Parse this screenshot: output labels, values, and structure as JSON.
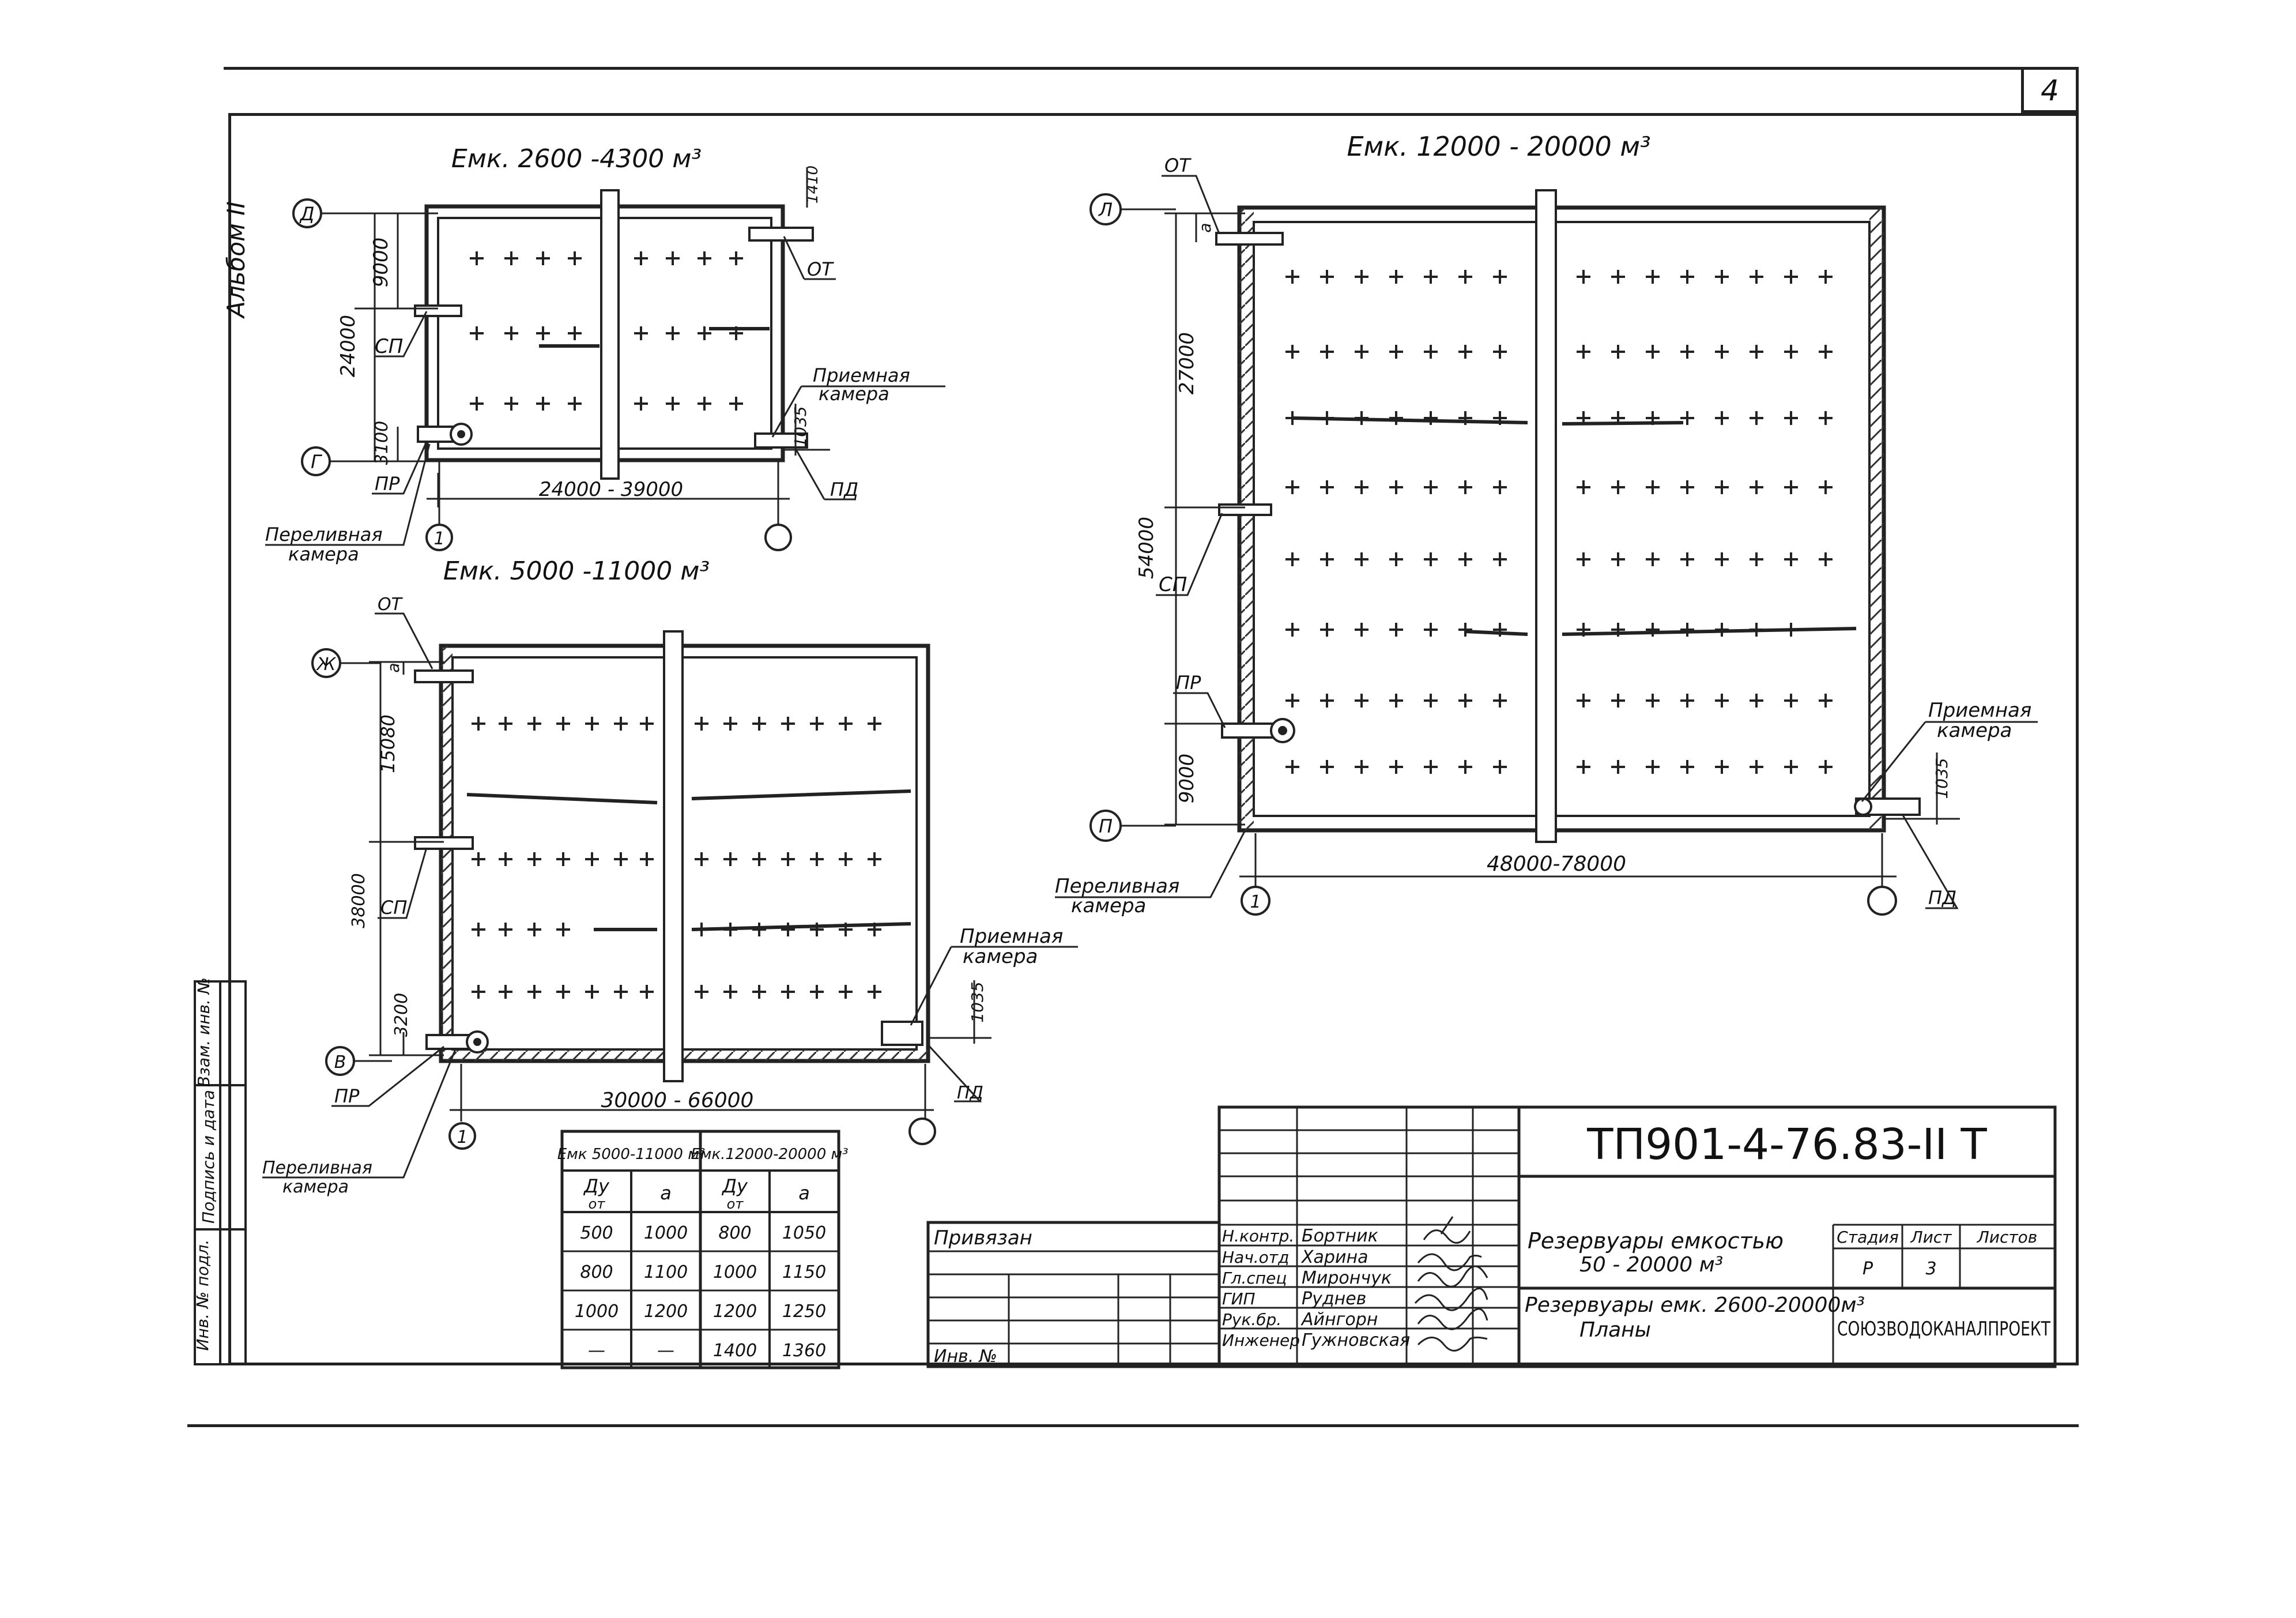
{
  "sheet_number": "4",
  "album_label": "Альбом II",
  "plan_small": {
    "title": "Емк. 2600 -4300 м³",
    "axis_top": "Д",
    "axis_bottom": "Г",
    "axis_number": "1",
    "dim_total": "24000",
    "dim_upper": "9000",
    "dim_lower": "3100",
    "dim_top_right": "1410",
    "dim_right": "1035",
    "dim_width": "24000 - 39000",
    "lbl_sp": "СП",
    "lbl_ot": "ОТ",
    "lbl_pr": "ПР",
    "lbl_pd": "ПД",
    "lbl_priem_1": "Приемная",
    "lbl_priem_2": "камера",
    "lbl_pereliv_1": "Переливная",
    "lbl_pereliv_2": "камера"
  },
  "plan_mid": {
    "title": "Емк. 5000 -11000 м³",
    "axis_top": "Ж",
    "axis_bottom": "В",
    "axis_number": "1",
    "dim_total": "38000",
    "dim_upper": "15080",
    "dim_lower": "3200",
    "dim_a": "а",
    "dim_right": "1035",
    "dim_width": "30000 - 66000",
    "lbl_sp": "СП",
    "lbl_ot": "ОТ",
    "lbl_pr": "ПР",
    "lbl_pd": "ПД",
    "lbl_priem_1": "Приемная",
    "lbl_priem_2": "камера",
    "lbl_pereliv_1": "Переливная",
    "lbl_pereliv_2": "камера"
  },
  "plan_large": {
    "title": "Емк. 12000 - 20000 м³",
    "axis_top": "Л",
    "axis_bottom": "П",
    "axis_number": "1",
    "dim_total": "54000",
    "dim_upper": "27000",
    "dim_lower": "9000",
    "dim_a": "а",
    "dim_right": "1035",
    "dim_width": "48000-78000",
    "lbl_sp": "СП",
    "lbl_ot": "ОТ",
    "lbl_pr": "ПР",
    "lbl_pd": "ПД",
    "lbl_priem_1": "Приемная",
    "lbl_priem_2": "камера",
    "lbl_pereliv_1": "Переливная",
    "lbl_pereliv_2": "камера"
  },
  "table": {
    "group1": "Емк 5000-11000 м³",
    "group2": "Емк.12000-20000 м³",
    "col_du": "Ду",
    "col_du_sub": "от",
    "col_a": "а",
    "rows": [
      [
        "500",
        "1000",
        "800",
        "1050"
      ],
      [
        "800",
        "1100",
        "1000",
        "1150"
      ],
      [
        "1000",
        "1200",
        "1200",
        "1250"
      ],
      [
        "—",
        "—",
        "1400",
        "1360"
      ]
    ]
  },
  "left_strip": {
    "inv_podl": "Инв. № подл.",
    "podpis": "Подпись и дата",
    "vzam": "Взам. инв. №"
  },
  "title_block": {
    "code": "ТП901-4-76.83-II Т",
    "privyazan": "Привязан",
    "inv_no": "Инв. №",
    "roles": [
      "Н.контр.",
      "Нач.отд",
      "Гл.спец",
      "ГИП",
      "Рук.бр.",
      "Инженер"
    ],
    "names": [
      "Бортник",
      "Харина",
      "Мирончук",
      "Руднев",
      "Айнгорн",
      "Гужновская"
    ],
    "doc_title_1": "Резервуары емкостью",
    "doc_title_2": "50 - 20000 м³",
    "sheet_title_1": "Резервуары емк. 2600-20000м³",
    "sheet_title_2": "Планы",
    "stage_label": "Стадия",
    "sheet_label": "Лист",
    "sheets_label": "Листов",
    "stage_value": "Р",
    "sheet_value": "3",
    "org": "СОЮЗВОДОКАНАЛПРОЕКТ"
  }
}
